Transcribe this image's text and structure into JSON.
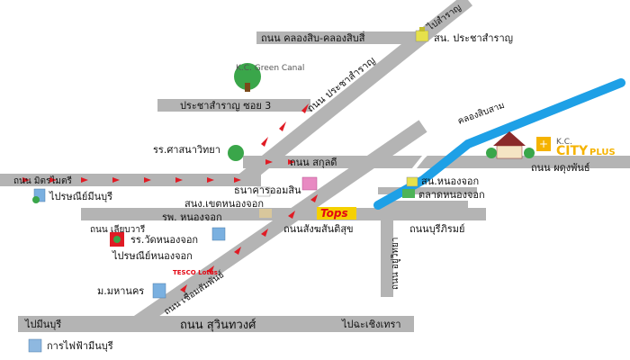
{
  "map": {
    "roads": {
      "khlong_sip_khlong_sip_si": "ถนน คลองสิบ-คลองสิบสี่",
      "prachasamran_soi3": "ประชาสำราญ ซอย 3",
      "prachasamran_road": "ถนน ประชาสำราญ",
      "to_phrasamran": "ไปสำราญ",
      "mit_maitri": "ถนน มิตรไมตรี",
      "sakun_di": "ถนน สกุลดี",
      "phadung_phan": "ถนน ผดุงพันธ์",
      "liap_wari": "ถนน เลียบวารี",
      "suea_sin_phan": "ถนน เชื่อมสัมพันธ์",
      "song_prasong": "ถนนสังฆสันติสุข",
      "nong_chok_buri_rom": "ถนนบุรีภิรมย์",
      "suwinthawong": "ถนน สุวินทวงศ์",
      "u_nong": "ถนน อยู่วิทยา",
      "to_min_buri": "ไปมีนบุรี",
      "to_chachoengsao": "ไปฉะเชิงเทรา",
      "khlong_sip_sam": "คลองสิบสาม"
    },
    "places": {
      "kc_green_canal": "K.C. Green Canal",
      "sono_prachasamran": "สน. ประชาสำราญ",
      "sasana_witthaya": "รร.ศาสนาวิทยา",
      "post_minburi": "ไปรษณีย์มีนบุรี",
      "gsb": "ธนาคารออมสิน",
      "district_office": "สนง.เขตหนองจอก",
      "hospital": "รพ. หนองจอก",
      "wat_nong_chok_school": "รร.วัดหนองจอก",
      "post_nong_chok": "ไปรษณีย์หนองจอก",
      "mahanakorn": "ม.มหานคร",
      "tesco": "TESCO Lotus",
      "tops": "Tops",
      "police_nong_chok": "สน.หนองจอก",
      "market_nong_chok": "ตลาดหนองจอก",
      "electricity": "การไฟฟ้ามีนบุรี",
      "kc_city_plus_kc": "K.C.",
      "kc_city_plus_city": "CITY",
      "kc_city_plus_plus": "PLUS"
    },
    "colors": {
      "road": "#b4b4b4",
      "canal": "#1ea0e6",
      "arrow": "#e01b24",
      "tops_red": "#e30613",
      "city_yellow": "#f5b300"
    }
  }
}
